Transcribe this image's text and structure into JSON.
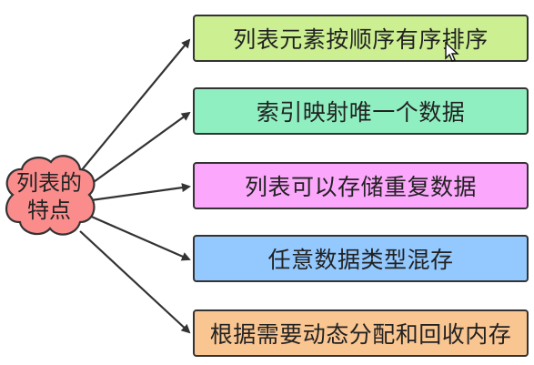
{
  "center": {
    "line1": "列表的",
    "line2": "特点"
  },
  "features": [
    {
      "label": "列表元素按顺序有序排序",
      "color": "#ccef91"
    },
    {
      "label": "索引映射唯一个数据",
      "color": "#8fefc1"
    },
    {
      "label": "列表可以存储重复数据",
      "color": "#fba7fb"
    },
    {
      "label": "任意数据类型混存",
      "color": "#93c9ff"
    },
    {
      "label": "根据需要动态分配和回收内存",
      "color": "#f9c591"
    }
  ],
  "colors": {
    "cloud_fill": "#fa8c8c",
    "cloud_stroke": "#333333",
    "arrow": "#333333"
  },
  "icons": {
    "cursor": "mouse-pointer-icon"
  }
}
